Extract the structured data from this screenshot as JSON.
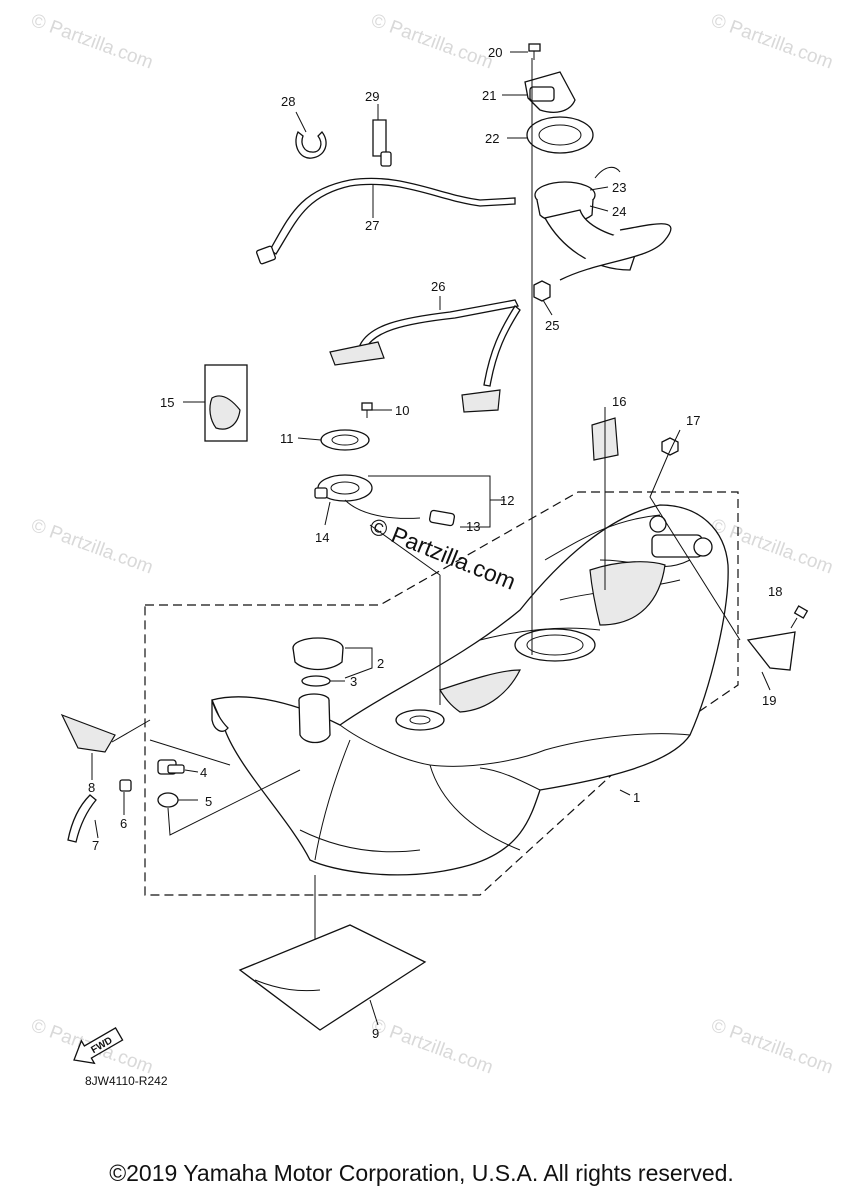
{
  "watermarks": {
    "site": "© Partzilla.com",
    "center": "© Partzilla.com"
  },
  "diagram_code": "8JW4110-R242",
  "fwd_label": "FWD",
  "callouts": [
    "1",
    "2",
    "3",
    "4",
    "5",
    "6",
    "7",
    "8",
    "9",
    "10",
    "11",
    "12",
    "13",
    "14",
    "15",
    "16",
    "17",
    "18",
    "19",
    "20",
    "21",
    "22",
    "23",
    "24",
    "25",
    "26",
    "27",
    "28",
    "29"
  ],
  "copyright": "©2019 Yamaha Motor Corporation, U.S.A. All rights reserved."
}
